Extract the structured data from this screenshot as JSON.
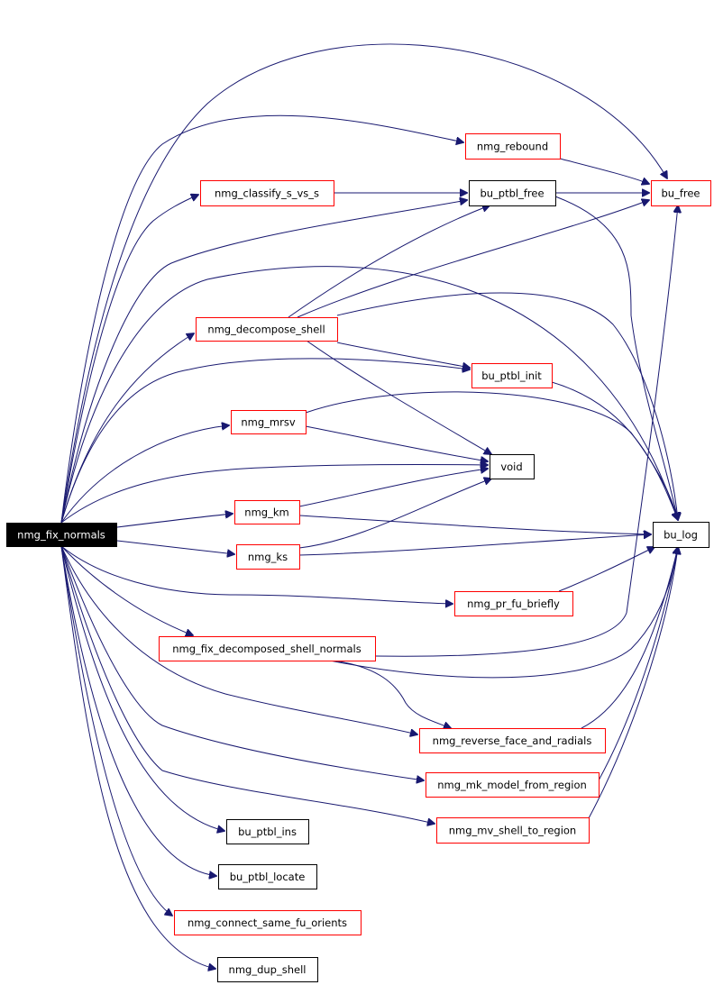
{
  "graph": {
    "root": "nmg_fix_normals",
    "nodes": [
      {
        "id": "nmg_fix_normals",
        "label": "nmg_fix_normals",
        "style": "root"
      },
      {
        "id": "nmg_rebound",
        "label": "nmg_rebound",
        "style": "red"
      },
      {
        "id": "nmg_classify_s_vs_s",
        "label": "nmg_classify_s_vs_s",
        "style": "red"
      },
      {
        "id": "bu_ptbl_free",
        "label": "bu_ptbl_free",
        "style": "black"
      },
      {
        "id": "bu_free",
        "label": "bu_free",
        "style": "red"
      },
      {
        "id": "nmg_decompose_shell",
        "label": "nmg_decompose_shell",
        "style": "red"
      },
      {
        "id": "bu_ptbl_init",
        "label": "bu_ptbl_init",
        "style": "red"
      },
      {
        "id": "nmg_mrsv",
        "label": "nmg_mrsv",
        "style": "red"
      },
      {
        "id": "void",
        "label": "void",
        "style": "black"
      },
      {
        "id": "nmg_km",
        "label": "nmg_km",
        "style": "red"
      },
      {
        "id": "bu_log",
        "label": "bu_log",
        "style": "black"
      },
      {
        "id": "nmg_ks",
        "label": "nmg_ks",
        "style": "red"
      },
      {
        "id": "nmg_pr_fu_briefly",
        "label": "nmg_pr_fu_briefly",
        "style": "red"
      },
      {
        "id": "nmg_fix_decomposed_shell_normals",
        "label": "nmg_fix_decomposed_shell_normals",
        "style": "red"
      },
      {
        "id": "nmg_reverse_face_and_radials",
        "label": "nmg_reverse_face_and_radials",
        "style": "red"
      },
      {
        "id": "nmg_mk_model_from_region",
        "label": "nmg_mk_model_from_region",
        "style": "red"
      },
      {
        "id": "nmg_mv_shell_to_region",
        "label": "nmg_mv_shell_to_region",
        "style": "red"
      },
      {
        "id": "bu_ptbl_ins",
        "label": "bu_ptbl_ins",
        "style": "black"
      },
      {
        "id": "bu_ptbl_locate",
        "label": "bu_ptbl_locate",
        "style": "black"
      },
      {
        "id": "nmg_connect_same_fu_orients",
        "label": "nmg_connect_same_fu_orients",
        "style": "red"
      },
      {
        "id": "nmg_dup_shell",
        "label": "nmg_dup_shell",
        "style": "black"
      }
    ],
    "edges": [
      {
        "from": "nmg_fix_normals",
        "to": "bu_free"
      },
      {
        "from": "nmg_fix_normals",
        "to": "nmg_rebound"
      },
      {
        "from": "nmg_fix_normals",
        "to": "nmg_classify_s_vs_s"
      },
      {
        "from": "nmg_fix_normals",
        "to": "bu_ptbl_free"
      },
      {
        "from": "nmg_fix_normals",
        "to": "bu_log"
      },
      {
        "from": "nmg_fix_normals",
        "to": "nmg_decompose_shell"
      },
      {
        "from": "nmg_fix_normals",
        "to": "bu_ptbl_init"
      },
      {
        "from": "nmg_fix_normals",
        "to": "nmg_mrsv"
      },
      {
        "from": "nmg_fix_normals",
        "to": "void"
      },
      {
        "from": "nmg_fix_normals",
        "to": "nmg_km"
      },
      {
        "from": "nmg_fix_normals",
        "to": "nmg_ks"
      },
      {
        "from": "nmg_fix_normals",
        "to": "nmg_pr_fu_briefly"
      },
      {
        "from": "nmg_fix_normals",
        "to": "nmg_fix_decomposed_shell_normals"
      },
      {
        "from": "nmg_fix_normals",
        "to": "nmg_reverse_face_and_radials"
      },
      {
        "from": "nmg_fix_normals",
        "to": "nmg_mk_model_from_region"
      },
      {
        "from": "nmg_fix_normals",
        "to": "nmg_mv_shell_to_region"
      },
      {
        "from": "nmg_fix_normals",
        "to": "bu_ptbl_ins"
      },
      {
        "from": "nmg_fix_normals",
        "to": "bu_ptbl_locate"
      },
      {
        "from": "nmg_fix_normals",
        "to": "nmg_connect_same_fu_orients"
      },
      {
        "from": "nmg_fix_normals",
        "to": "nmg_dup_shell"
      },
      {
        "from": "nmg_rebound",
        "to": "bu_free"
      },
      {
        "from": "nmg_classify_s_vs_s",
        "to": "bu_ptbl_free"
      },
      {
        "from": "bu_ptbl_free",
        "to": "bu_free"
      },
      {
        "from": "bu_ptbl_free",
        "to": "bu_log"
      },
      {
        "from": "nmg_decompose_shell",
        "to": "bu_ptbl_free"
      },
      {
        "from": "nmg_decompose_shell",
        "to": "bu_free"
      },
      {
        "from": "nmg_decompose_shell",
        "to": "bu_log"
      },
      {
        "from": "nmg_decompose_shell",
        "to": "bu_ptbl_init"
      },
      {
        "from": "nmg_decompose_shell",
        "to": "void"
      },
      {
        "from": "bu_ptbl_init",
        "to": "bu_log"
      },
      {
        "from": "nmg_mrsv",
        "to": "bu_log"
      },
      {
        "from": "nmg_mrsv",
        "to": "void"
      },
      {
        "from": "nmg_km",
        "to": "void"
      },
      {
        "from": "nmg_km",
        "to": "bu_log"
      },
      {
        "from": "nmg_ks",
        "to": "void"
      },
      {
        "from": "nmg_ks",
        "to": "bu_log"
      },
      {
        "from": "nmg_pr_fu_briefly",
        "to": "bu_log"
      },
      {
        "from": "nmg_fix_decomposed_shell_normals",
        "to": "bu_free"
      },
      {
        "from": "nmg_fix_decomposed_shell_normals",
        "to": "bu_log"
      },
      {
        "from": "nmg_fix_decomposed_shell_normals",
        "to": "nmg_reverse_face_and_radials"
      },
      {
        "from": "nmg_reverse_face_and_radials",
        "to": "bu_log"
      },
      {
        "from": "nmg_mk_model_from_region",
        "to": "bu_log"
      },
      {
        "from": "nmg_mv_shell_to_region",
        "to": "bu_log"
      }
    ]
  }
}
